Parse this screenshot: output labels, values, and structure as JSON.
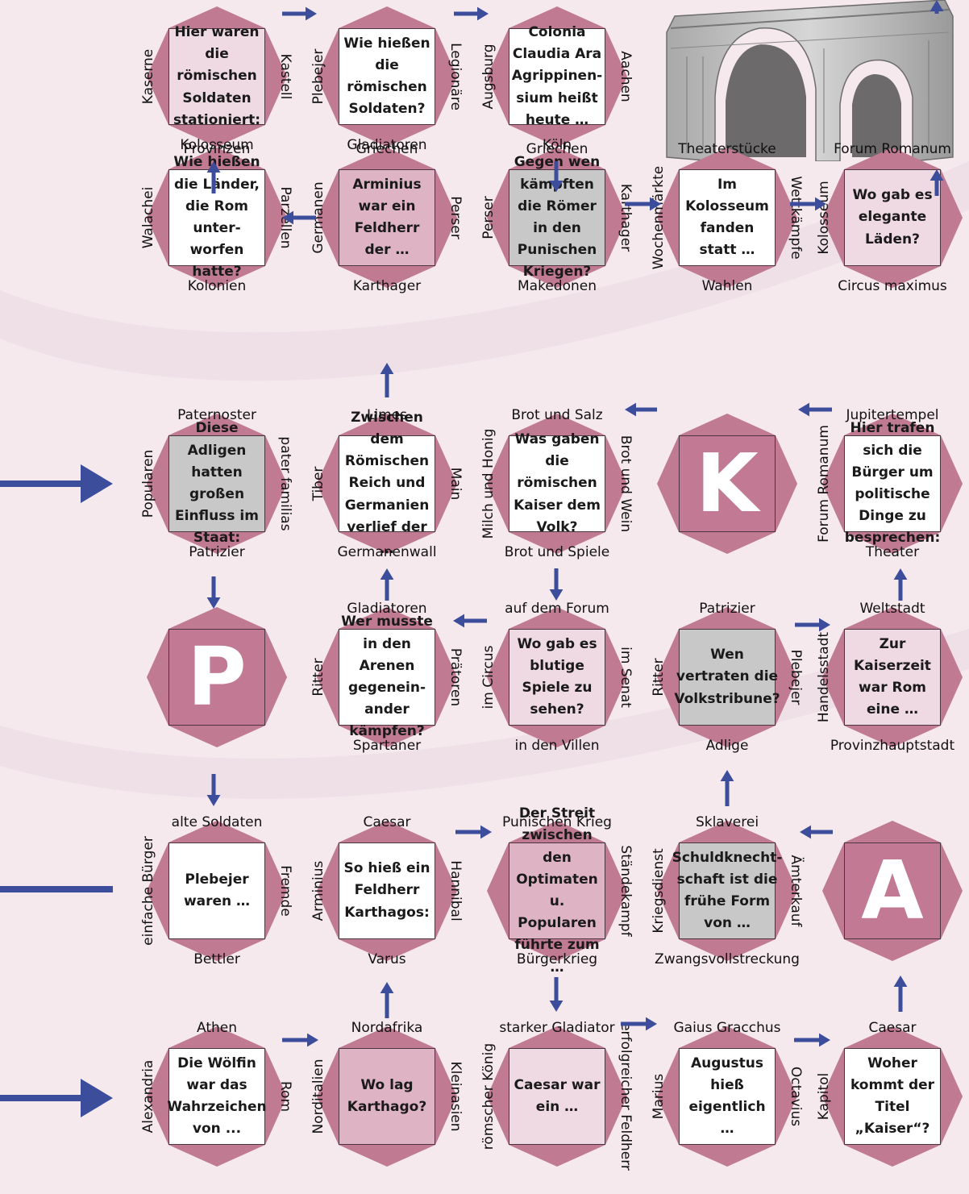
{
  "colors": {
    "bg": "#f5e9ee",
    "oct": "#c07a92",
    "box_white": "#ffffff",
    "box_pink": "#deb4c4",
    "box_lightpink": "#efd9e2",
    "box_gray": "#c8c8c8",
    "box_dark": "#c27a94",
    "arrow": "#3c4d9c"
  },
  "tiles": [
    {
      "id": "r1c1",
      "box": "lightpink",
      "text": "Hier waren die römischen Soldaten stationiert:",
      "top": "",
      "bottom": "Kolosseum",
      "left": "Kaserne",
      "right": "Kastell"
    },
    {
      "id": "r1c2",
      "box": "white",
      "text": "Wie hießen die römischen Soldaten?",
      "top": "",
      "bottom": "Gladiatoren",
      "left": "Plebejer",
      "right": "Legionäre"
    },
    {
      "id": "r1c3",
      "box": "white",
      "text": "Colonia Claudia Ara Agrippinen- sium heißt heute …",
      "top": "",
      "bottom": "Köln",
      "left": "Augsburg",
      "right": "Aachen"
    },
    {
      "id": "r2c1",
      "box": "white",
      "text": "Wie hießen die Länder, die Rom unter- worfen hatte?",
      "top": "Provinzen",
      "bottom": "Kolonien",
      "left": "Walachei",
      "right": "Parzellen"
    },
    {
      "id": "r2c2",
      "box": "pink",
      "text": "Arminius war ein Feldherr der …",
      "top": "Griechen",
      "bottom": "Karthager",
      "left": "Germanen",
      "right": "Perser"
    },
    {
      "id": "r2c3",
      "box": "gray",
      "text": "Gegen wen kämpften die Römer in den Punischen Kriegen?",
      "top": "Griechen",
      "bottom": "Makedonen",
      "left": "Perser",
      "right": "Karthager"
    },
    {
      "id": "r2c4",
      "box": "white",
      "text": "Im Kolosseum fanden statt …",
      "top": "Theaterstücke",
      "bottom": "Wahlen",
      "left": "Wochenmärkte",
      "right": "Wettkämpfe"
    },
    {
      "id": "r2c5",
      "box": "lightpink",
      "text": "Wo gab es elegante Läden?",
      "top": "Forum Romanum",
      "bottom": "Circus maximus",
      "left": "Kolosseum",
      "right": ""
    },
    {
      "id": "r3c1",
      "box": "gray",
      "text": "Diese Adligen hatten großen Einfluss im Staat:",
      "top": "Paternoster",
      "bottom": "Patrizier",
      "left": "Popularen",
      "right": "pater familias"
    },
    {
      "id": "r3c2",
      "box": "white",
      "text": "Zwischen dem Römischen Reich und Germanien verlief der …",
      "top": "Limes",
      "bottom": "Germanenwall",
      "left": "Tiber",
      "right": "Main"
    },
    {
      "id": "r3c3",
      "box": "white",
      "text": "Was gaben die römischen Kaiser dem Volk?",
      "top": "Brot und Salz",
      "bottom": "Brot und Spiele",
      "left": "Milch und Honig",
      "right": "Brot und Wein"
    },
    {
      "id": "r3c4",
      "box": "dark",
      "letter": "K",
      "top": "",
      "bottom": "",
      "left": "",
      "right": ""
    },
    {
      "id": "r3c5",
      "box": "white",
      "text": "Hier trafen sich die Bürger um politische Dinge zu besprechen:",
      "top": "Jupitertempel",
      "bottom": "Theater",
      "left": "Forum Romanum",
      "right": ""
    },
    {
      "id": "r4c1",
      "box": "dark",
      "letter": "P",
      "top": "",
      "bottom": "",
      "left": "",
      "right": ""
    },
    {
      "id": "r4c2",
      "box": "white",
      "text": "Wer musste in den Arenen gegenein- ander kämpfen?",
      "top": "Gladiatoren",
      "bottom": "Spartaner",
      "left": "Ritter",
      "right": "Prätoren"
    },
    {
      "id": "r4c3",
      "box": "lightpink",
      "text": "Wo gab es blutige Spiele zu sehen?",
      "top": "auf dem Forum",
      "bottom": "in den Villen",
      "left": "im Circus",
      "right": "im Senat"
    },
    {
      "id": "r4c4",
      "box": "gray",
      "text": "Wen vertraten die Volkstribune?",
      "top": "Patrizier",
      "bottom": "Adlige",
      "left": "Ritter",
      "right": "Plebejer"
    },
    {
      "id": "r4c5",
      "box": "lightpink",
      "text": "Zur Kaiserzeit war Rom eine …",
      "top": "Weltstadt",
      "bottom": "Provinzhauptstadt",
      "left": "Handelsstadt",
      "right": ""
    },
    {
      "id": "r5c1",
      "box": "white",
      "text": "Plebejer waren …",
      "top": "alte Soldaten",
      "bottom": "Bettler",
      "left": "einfache Bürger",
      "right": "Fremde"
    },
    {
      "id": "r5c2",
      "box": "white",
      "text": "So hieß ein Feldherr Karthagos:",
      "top": "Caesar",
      "bottom": "Varus",
      "left": "Arminius",
      "right": "Hannibal"
    },
    {
      "id": "r5c3",
      "box": "pink",
      "text": "Der Streit zwischen den Optimaten u. Popularen führte zum …",
      "top": "Punischen Krieg",
      "bottom": "Bürgerkrieg",
      "left": "",
      "right": "Ständekampf"
    },
    {
      "id": "r5c4",
      "box": "gray",
      "text": "Schuldknecht- schaft ist die frühe Form von …",
      "top": "Sklaverei",
      "bottom": "Zwangsvollstreckung",
      "left": "Kriegsdienst",
      "right": "Ämterkauf"
    },
    {
      "id": "r5c5",
      "box": "dark",
      "letter": "A",
      "top": "",
      "bottom": "",
      "left": "",
      "right": ""
    },
    {
      "id": "r6c1",
      "box": "white",
      "text": "Die Wölfin war das Wahrzeichen von ...",
      "top": "Athen",
      "bottom": "",
      "left": "Alexandria",
      "right": "Rom"
    },
    {
      "id": "r6c2",
      "box": "pink",
      "text": "Wo lag Karthago?",
      "top": "Nordafrika",
      "bottom": "",
      "left": "Norditalien",
      "right": "Kleinasien"
    },
    {
      "id": "r6c3",
      "box": "lightpink",
      "text": "Caesar war ein …",
      "top": "starker Gladiator",
      "bottom": "",
      "left": "römscher König",
      "right": "erfolgreicher Feldherr"
    },
    {
      "id": "r6c4",
      "box": "white",
      "text": "Augustus hieß eigentlich …",
      "top": "Gaius Gracchus",
      "bottom": "",
      "left": "Marius",
      "right": "Octavius"
    },
    {
      "id": "r6c5",
      "box": "white",
      "text": "Woher kommt der Titel „Kaiser“?",
      "top": "Caesar",
      "bottom": "",
      "left": "Kapitol",
      "right": ""
    }
  ]
}
